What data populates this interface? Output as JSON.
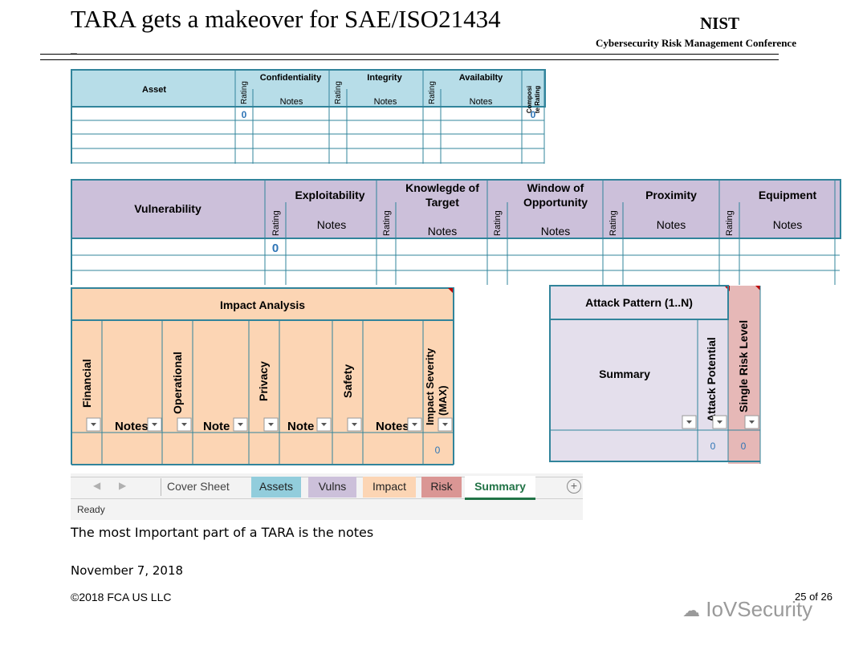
{
  "slide": {
    "title": "TARA gets a makeover for SAE/ISO21434",
    "org": "NIST",
    "conference": "Cybersecurity Risk Management Conference",
    "caption": "The most Important part of a TARA is the notes",
    "date": "November 7, 2018",
    "copyright": "©2018 FCA US LLC",
    "page": "25 of 26",
    "watermark": "IoVSecurity"
  },
  "assets_table": {
    "asset_header": "Asset",
    "groups": [
      "Confidentiality",
      "Integrity",
      "Availabilty"
    ],
    "rating_label": "Rating",
    "notes_label": "Notes",
    "composite_label_1": "Composi",
    "composite_label_2": "te Rating",
    "value_rating": "0",
    "value_composite": "0",
    "header_color": "#b7dde8"
  },
  "vulns_table": {
    "vuln_header": "Vulnerability",
    "groups": [
      "Exploitability",
      "Knowlegde of",
      "Target",
      "Window of",
      "Opportunity",
      "Proximity",
      "Equipment"
    ],
    "rating_label": "Rating",
    "notes_label": "Notes",
    "value": "0",
    "header_color": "#ccc0da"
  },
  "impact_table": {
    "title": "Impact Analysis",
    "cols": [
      "Financial",
      "Notes",
      "Operational",
      "Note",
      "Privacy",
      "Note",
      "Safety",
      "Notes",
      "Impact Severity",
      "(MAX)"
    ],
    "value": "0",
    "header_color": "#fcd5b4"
  },
  "attack_table": {
    "title": "Attack Pattern (1..N)",
    "summary": "Summary",
    "attack_potential": "Attack Potential",
    "single_risk": "Single Risk Level",
    "value_1": "0",
    "value_2": "0",
    "header_color": "#e4dfec",
    "risk_color": "#e6b8b7"
  },
  "excel": {
    "tabs": [
      "Cover Sheet",
      "Assets",
      "Vulns",
      "Impact",
      "Risk",
      "Summary"
    ],
    "active_tab": "Summary",
    "status": "Ready",
    "tab_colors": {
      "Assets": "#92cddc",
      "Vulns": "#ccc0da",
      "Impact": "#fcd5b4",
      "Risk": "#da9694"
    }
  }
}
